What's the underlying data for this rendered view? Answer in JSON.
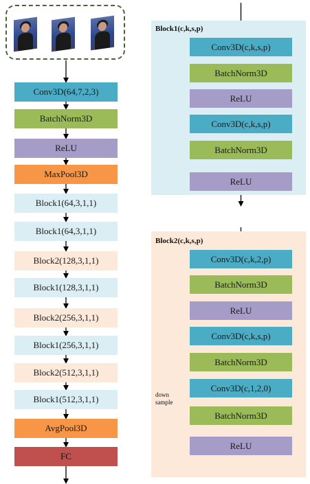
{
  "left_column": {
    "layers": [
      {
        "label": "Conv3D(64,7,2,3)",
        "color": "teal"
      },
      {
        "label": "BatchNorm3D",
        "color": "green"
      },
      {
        "label": "ReLU",
        "color": "purple"
      },
      {
        "label": "MaxPool3D",
        "color": "orange"
      },
      {
        "label": "Block1(64,3,1,1)",
        "color": "lblue"
      },
      {
        "label": "Block1(64,3,1,1)",
        "color": "lblue"
      },
      {
        "label": "Block2(128,3,1,1)",
        "color": "peach"
      },
      {
        "label": "Block1(128,3,1,1)",
        "color": "lblue"
      },
      {
        "label": "Block2(256,3,1,1)",
        "color": "peach"
      },
      {
        "label": "Block1(256,3,1,1)",
        "color": "lblue"
      },
      {
        "label": "Block2(512,3,1,1)",
        "color": "peach"
      },
      {
        "label": "Block1(512,3,1,1)",
        "color": "lblue"
      },
      {
        "label": "AvgPool3D",
        "color": "orange"
      },
      {
        "label": "FC",
        "color": "red"
      }
    ]
  },
  "block1": {
    "title": "Block1(c,k,s,p)",
    "layers": [
      {
        "label": "Conv3D(c,k,s,p)",
        "color": "teal"
      },
      {
        "label": "BatchNorm3D",
        "color": "green"
      },
      {
        "label": "ReLU",
        "color": "purple"
      },
      {
        "label": "Conv3D(c,k,s,p)",
        "color": "teal"
      },
      {
        "label": "BatchNorm3D",
        "color": "green"
      }
    ],
    "output": {
      "label": "ReLU",
      "color": "purple"
    }
  },
  "block2": {
    "title": "Block2(c,k,s,p)",
    "layers": [
      {
        "label": "Conv3D(c,k,2,p)",
        "color": "teal"
      },
      {
        "label": "BatchNorm3D",
        "color": "green"
      },
      {
        "label": "ReLU",
        "color": "purple"
      },
      {
        "label": "Conv3D(c,k,s,p)",
        "color": "teal"
      },
      {
        "label": "BatchNorm3D",
        "color": "green"
      },
      {
        "label": "Conv3D(c,1,2,0)",
        "color": "teal"
      },
      {
        "label": "BatchNorm3D",
        "color": "green"
      }
    ],
    "output": {
      "label": "ReLU",
      "color": "purple"
    },
    "downsample_note": "down\nsample"
  },
  "colors": {
    "teal": "#4bacc6",
    "green": "#9bbb59",
    "purple": "#a59cc8",
    "orange": "#f79646",
    "lblue": "#dbeef4",
    "peach": "#fde9d9",
    "red": "#c0504d",
    "block1_panel": "#dbeef4",
    "block2_panel": "#fde9d9"
  },
  "images": {
    "input_frames": [
      "sign-language-frame-1",
      "sign-language-frame-2",
      "sign-language-frame-3"
    ]
  }
}
